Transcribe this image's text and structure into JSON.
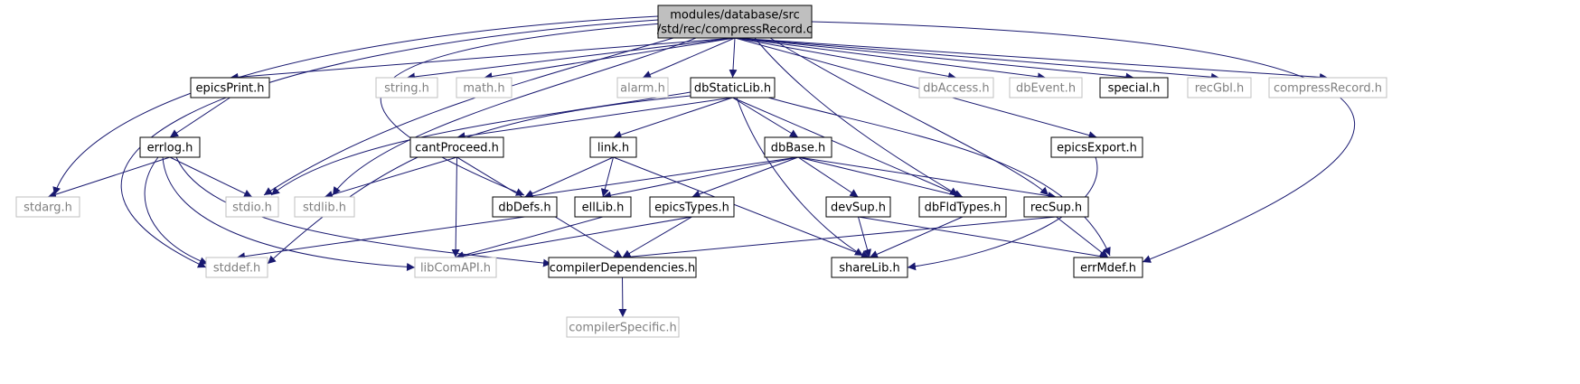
{
  "diagram": {
    "nodes": [
      {
        "id": "root",
        "lines": [
          "modules/database/src",
          "/std/rec/compressRecord.c"
        ],
        "style": "root"
      },
      {
        "id": "epicsPrint",
        "lines": [
          "epicsPrint.h"
        ],
        "style": "doc"
      },
      {
        "id": "string",
        "lines": [
          "string.h"
        ],
        "style": "ext"
      },
      {
        "id": "math",
        "lines": [
          "math.h"
        ],
        "style": "ext"
      },
      {
        "id": "alarm",
        "lines": [
          "alarm.h"
        ],
        "style": "ext"
      },
      {
        "id": "dbStaticLib",
        "lines": [
          "dbStaticLib.h"
        ],
        "style": "doc"
      },
      {
        "id": "dbAccess",
        "lines": [
          "dbAccess.h"
        ],
        "style": "ext"
      },
      {
        "id": "dbEvent",
        "lines": [
          "dbEvent.h"
        ],
        "style": "ext"
      },
      {
        "id": "special",
        "lines": [
          "special.h"
        ],
        "style": "doc"
      },
      {
        "id": "recGbl",
        "lines": [
          "recGbl.h"
        ],
        "style": "ext"
      },
      {
        "id": "compressRecordH",
        "lines": [
          "compressRecord.h"
        ],
        "style": "ext"
      },
      {
        "id": "errlog",
        "lines": [
          "errlog.h"
        ],
        "style": "doc"
      },
      {
        "id": "cantProceed",
        "lines": [
          "cantProceed.h"
        ],
        "style": "doc"
      },
      {
        "id": "link",
        "lines": [
          "link.h"
        ],
        "style": "doc"
      },
      {
        "id": "dbBase",
        "lines": [
          "dbBase.h"
        ],
        "style": "doc"
      },
      {
        "id": "epicsExport",
        "lines": [
          "epicsExport.h"
        ],
        "style": "doc"
      },
      {
        "id": "stdarg",
        "lines": [
          "stdarg.h"
        ],
        "style": "ext"
      },
      {
        "id": "stdio",
        "lines": [
          "stdio.h"
        ],
        "style": "ext"
      },
      {
        "id": "stdlib",
        "lines": [
          "stdlib.h"
        ],
        "style": "ext"
      },
      {
        "id": "dbDefs",
        "lines": [
          "dbDefs.h"
        ],
        "style": "doc"
      },
      {
        "id": "ellLib",
        "lines": [
          "ellLib.h"
        ],
        "style": "doc"
      },
      {
        "id": "epicsTypes",
        "lines": [
          "epicsTypes.h"
        ],
        "style": "doc"
      },
      {
        "id": "devSup",
        "lines": [
          "devSup.h"
        ],
        "style": "doc"
      },
      {
        "id": "dbFldTypes",
        "lines": [
          "dbFldTypes.h"
        ],
        "style": "doc"
      },
      {
        "id": "recSup",
        "lines": [
          "recSup.h"
        ],
        "style": "doc"
      },
      {
        "id": "stddef",
        "lines": [
          "stddef.h"
        ],
        "style": "ext"
      },
      {
        "id": "libComAPI",
        "lines": [
          "libComAPI.h"
        ],
        "style": "ext"
      },
      {
        "id": "compilerDependencies",
        "lines": [
          "compilerDependencies.h"
        ],
        "style": "doc"
      },
      {
        "id": "shareLib",
        "lines": [
          "shareLib.h"
        ],
        "style": "doc"
      },
      {
        "id": "errMdef",
        "lines": [
          "errMdef.h"
        ],
        "style": "doc"
      },
      {
        "id": "compilerSpecific",
        "lines": [
          "compilerSpecific.h"
        ],
        "style": "ext"
      }
    ],
    "edges": [
      [
        "root",
        "epicsPrint"
      ],
      [
        "root",
        "string"
      ],
      [
        "root",
        "math"
      ],
      [
        "root",
        "alarm"
      ],
      [
        "root",
        "dbStaticLib"
      ],
      [
        "root",
        "dbAccess"
      ],
      [
        "root",
        "dbEvent"
      ],
      [
        "root",
        "special"
      ],
      [
        "root",
        "recGbl"
      ],
      [
        "root",
        "compressRecordH"
      ],
      [
        "root",
        "epicsExport"
      ],
      [
        "root",
        "stdarg"
      ],
      [
        "root",
        "stdio"
      ],
      [
        "root",
        "stdlib"
      ],
      [
        "root",
        "dbDefs"
      ],
      [
        "root",
        "stddef"
      ],
      [
        "root",
        "dbFldTypes"
      ],
      [
        "root",
        "recSup"
      ],
      [
        "root",
        "errMdef"
      ],
      [
        "epicsPrint",
        "errlog"
      ],
      [
        "errlog",
        "stdarg"
      ],
      [
        "errlog",
        "stdio"
      ],
      [
        "errlog",
        "stddef"
      ],
      [
        "errlog",
        "libComAPI"
      ],
      [
        "errlog",
        "compilerDependencies"
      ],
      [
        "dbStaticLib",
        "stdio"
      ],
      [
        "dbStaticLib",
        "stddef"
      ],
      [
        "dbStaticLib",
        "cantProceed"
      ],
      [
        "dbStaticLib",
        "link"
      ],
      [
        "dbStaticLib",
        "dbBase"
      ],
      [
        "dbStaticLib",
        "dbFldTypes"
      ],
      [
        "dbStaticLib",
        "shareLib"
      ],
      [
        "dbStaticLib",
        "errMdef"
      ],
      [
        "cantProceed",
        "stdlib"
      ],
      [
        "cantProceed",
        "libComAPI"
      ],
      [
        "cantProceed",
        "compilerDependencies"
      ],
      [
        "link",
        "dbDefs"
      ],
      [
        "link",
        "ellLib"
      ],
      [
        "link",
        "shareLib"
      ],
      [
        "dbBase",
        "dbDefs"
      ],
      [
        "dbBase",
        "ellLib"
      ],
      [
        "dbBase",
        "epicsTypes"
      ],
      [
        "dbBase",
        "devSup"
      ],
      [
        "dbBase",
        "dbFldTypes"
      ],
      [
        "dbBase",
        "recSup"
      ],
      [
        "dbDefs",
        "stddef"
      ],
      [
        "ellLib",
        "libComAPI"
      ],
      [
        "epicsTypes",
        "libComAPI"
      ],
      [
        "epicsTypes",
        "compilerDependencies"
      ],
      [
        "devSup",
        "shareLib"
      ],
      [
        "devSup",
        "errMdef"
      ],
      [
        "dbFldTypes",
        "shareLib"
      ],
      [
        "recSup",
        "compilerDependencies"
      ],
      [
        "recSup",
        "errMdef"
      ],
      [
        "epicsExport",
        "shareLib"
      ],
      [
        "compilerDependencies",
        "compilerSpecific"
      ]
    ],
    "colors": {
      "root_fill": "#bfbfbf",
      "edge": "#191970",
      "doc_border": "#000000",
      "ext_border": "#bfbfbf",
      "doc_text": "#000000",
      "ext_text": "#808080"
    }
  }
}
